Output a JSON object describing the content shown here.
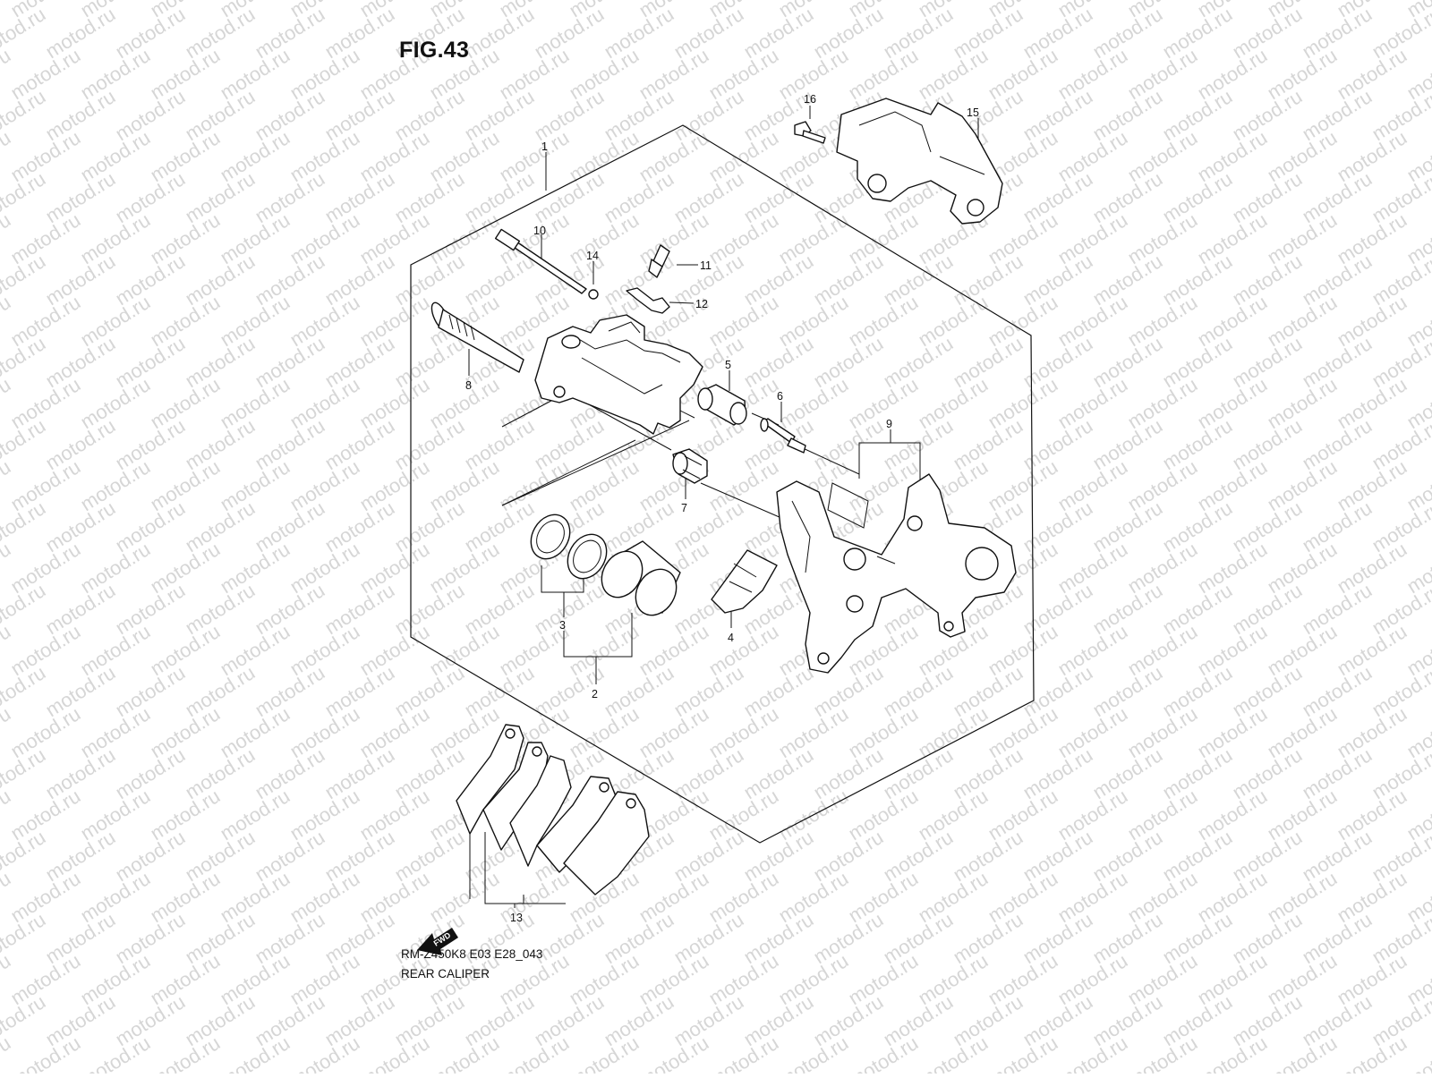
{
  "figure": {
    "title": "FIG.43",
    "ref_code": "RM-Z450K8 E03 E28_043",
    "section_name": "REAR CALIPER"
  },
  "watermark": {
    "text": "motod.ru"
  },
  "fwd_arrow": {
    "label": "FWD"
  },
  "callouts": [
    "1",
    "2",
    "3",
    "4",
    "5",
    "6",
    "7",
    "8",
    "9",
    "10",
    "11",
    "12",
    "13",
    "14",
    "15",
    "16"
  ]
}
